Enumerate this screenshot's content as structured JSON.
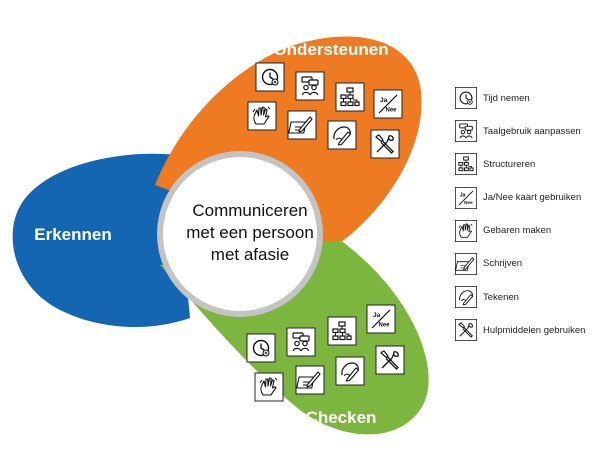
{
  "diagram": {
    "center_lines": [
      "Communiceren",
      "met een persoon",
      "met afasie"
    ],
    "petals": {
      "left": {
        "title": "Erkennen",
        "color": "#1466b3"
      },
      "top": {
        "title": "Ondersteunen",
        "color": "#ee7a22"
      },
      "bottom": {
        "title": "Checken",
        "color": "#7cb63f"
      }
    },
    "top_icons": [
      "clock-icon",
      "speech-people-icon",
      "structure-icon",
      "yes-no-card-icon",
      "gesture-hands-icon",
      "writing-icon",
      "drawing-icon",
      "tools-icon"
    ],
    "bottom_icons": [
      "clock-icon",
      "speech-people-icon",
      "structure-icon",
      "yes-no-card-icon",
      "gesture-hands-icon",
      "writing-icon",
      "drawing-icon",
      "tools-icon"
    ],
    "yes_no_card": {
      "top": "Ja",
      "bottom": "Nee"
    }
  },
  "legend": [
    {
      "icon": "clock-icon",
      "label": "Tijd nemen"
    },
    {
      "icon": "speech-people-icon",
      "label": "Taalgebruik aanpassen"
    },
    {
      "icon": "structure-icon",
      "label": "Structureren"
    },
    {
      "icon": "yes-no-card-icon",
      "label": "Ja/Nee kaart gebruiken"
    },
    {
      "icon": "gesture-hands-icon",
      "label": "Gebaren maken"
    },
    {
      "icon": "writing-icon",
      "label": "Schrijven"
    },
    {
      "icon": "drawing-icon",
      "label": "Tekenen"
    },
    {
      "icon": "tools-icon",
      "label": "Hulpmiddelen gebruiken"
    }
  ]
}
